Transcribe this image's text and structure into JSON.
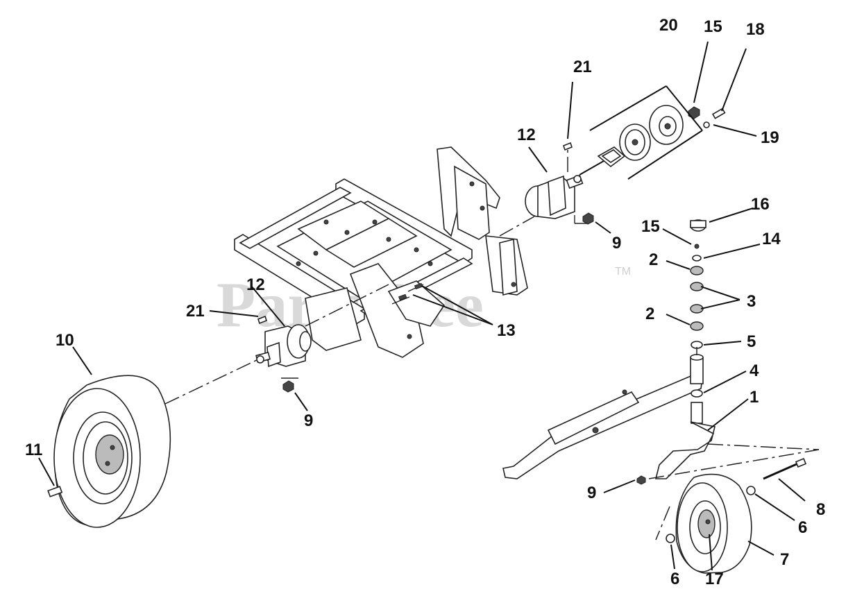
{
  "watermark": {
    "text": "PartsTree",
    "trademark": "TM"
  },
  "callouts": [
    {
      "key": "20",
      "label": "20"
    },
    {
      "key": "15a",
      "label": "15"
    },
    {
      "key": "18",
      "label": "18"
    },
    {
      "key": "21a",
      "label": "21"
    },
    {
      "key": "19",
      "label": "19"
    },
    {
      "key": "12a",
      "label": "12"
    },
    {
      "key": "16",
      "label": "16"
    },
    {
      "key": "9a",
      "label": "9"
    },
    {
      "key": "15b",
      "label": "15"
    },
    {
      "key": "14",
      "label": "14"
    },
    {
      "key": "2a",
      "label": "2"
    },
    {
      "key": "3",
      "label": "3"
    },
    {
      "key": "12b",
      "label": "12"
    },
    {
      "key": "21b",
      "label": "21"
    },
    {
      "key": "2b",
      "label": "2"
    },
    {
      "key": "13",
      "label": "13"
    },
    {
      "key": "10",
      "label": "10"
    },
    {
      "key": "5",
      "label": "5"
    },
    {
      "key": "4",
      "label": "4"
    },
    {
      "key": "1",
      "label": "1"
    },
    {
      "key": "9b",
      "label": "9"
    },
    {
      "key": "11",
      "label": "11"
    },
    {
      "key": "9c",
      "label": "9"
    },
    {
      "key": "8",
      "label": "8"
    },
    {
      "key": "6a",
      "label": "6"
    },
    {
      "key": "7",
      "label": "7"
    },
    {
      "key": "6b",
      "label": "6"
    },
    {
      "key": "17",
      "label": "17"
    }
  ]
}
